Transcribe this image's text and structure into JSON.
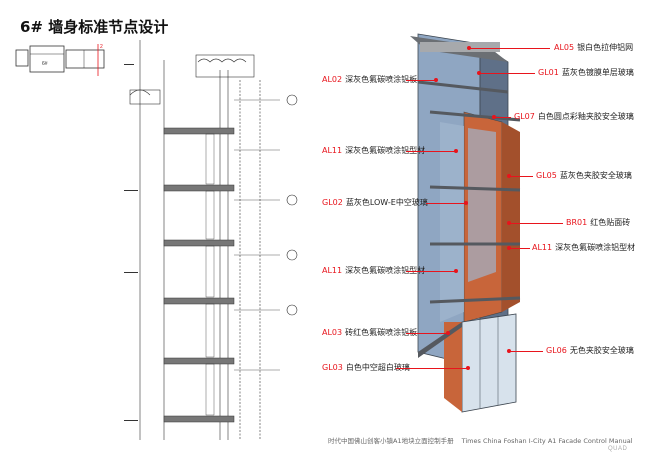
{
  "page": {
    "title": "6# 墙身标准节点设计"
  },
  "key_plan": {
    "grid_label": "6#",
    "marker_number": "2"
  },
  "callouts": [
    {
      "code": "AL05",
      "text": "银白色拉伸铝网",
      "side": "right"
    },
    {
      "code": "GL01",
      "text": "蓝灰色镀膜单层玻璃",
      "side": "right"
    },
    {
      "code": "AL02",
      "text": "深灰色氟碳喷涂铝板",
      "side": "left"
    },
    {
      "code": "GL07",
      "text": "白色圆点彩釉夹胶安全玻璃",
      "side": "right"
    },
    {
      "code": "AL11",
      "text": "深灰色氟碳喷涂铝型材",
      "side": "left"
    },
    {
      "code": "GL05",
      "text": "蓝灰色夹胶安全玻璃",
      "side": "right"
    },
    {
      "code": "GL02",
      "text": "蓝灰色LOW-E中空玻璃",
      "side": "left"
    },
    {
      "code": "BR01",
      "text": "红色贴面砖",
      "side": "right"
    },
    {
      "code": "AL11",
      "text": "深灰色氟碳喷涂铝型材",
      "side": "right"
    },
    {
      "code": "AL11",
      "text": "深灰色氟碳喷涂铝型材",
      "side": "left"
    },
    {
      "code": "AL03",
      "text": "砖红色氟碳喷涂铝板",
      "side": "left"
    },
    {
      "code": "GL06",
      "text": "无色夹胶安全玻璃",
      "side": "right"
    },
    {
      "code": "GL03",
      "text": "白色中空超白玻璃",
      "side": "left"
    }
  ],
  "footer": {
    "cn": "时代中国佛山创客小镇A1地块立面控制手册",
    "en": "Times China Foshan I-City A1 Facade Control Manual",
    "brand": "QUAD"
  },
  "colors": {
    "accent": "#e8141c",
    "glass": "#8fa6c2",
    "brick": "#c8653a",
    "panel": "#55595f"
  }
}
